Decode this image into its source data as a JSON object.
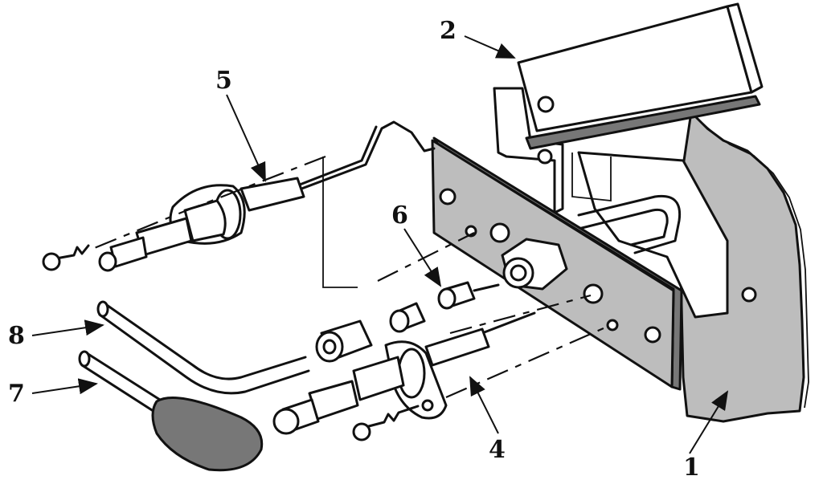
{
  "diagram": {
    "labels": [
      {
        "id": "1",
        "text": "1"
      },
      {
        "id": "2",
        "text": "2"
      },
      {
        "id": "4",
        "text": "4"
      },
      {
        "id": "5",
        "text": "5"
      },
      {
        "id": "6",
        "text": "6"
      },
      {
        "id": "7",
        "text": "7"
      },
      {
        "id": "8",
        "text": "8"
      }
    ],
    "colors": {
      "ink": "#111111",
      "shade": "#bdbdbd",
      "dark": "#777777",
      "paper": "#ffffff"
    }
  }
}
